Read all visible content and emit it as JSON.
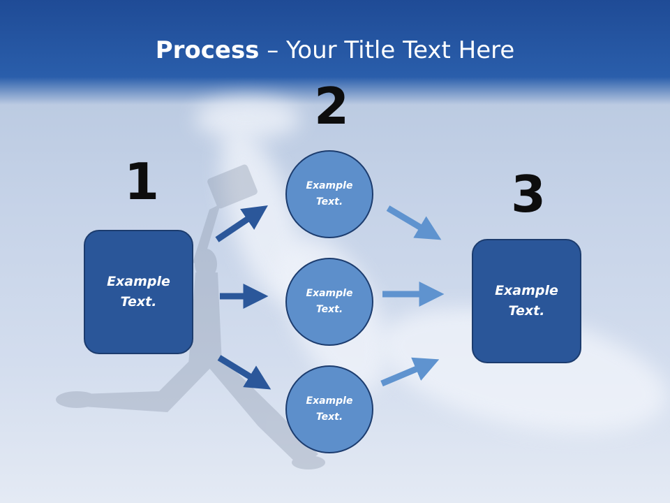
{
  "slide": {
    "title_bold": "Process",
    "title_rest": " – Your Title Text Here",
    "steps": [
      {
        "number": "1",
        "label": "Example Text."
      },
      {
        "number": "2",
        "label": "Example Text."
      },
      {
        "number": "3",
        "label": "Example Text."
      }
    ],
    "circles": [
      {
        "label": "Example Text."
      },
      {
        "label": "Example Text."
      },
      {
        "label": "Example Text."
      }
    ]
  },
  "colors": {
    "header": "#2a5eab",
    "box_fill": "#2a5699",
    "circle_fill": "#5d8fcb",
    "arrow_dark": "#2b579a",
    "arrow_light": "#5f93cf"
  }
}
